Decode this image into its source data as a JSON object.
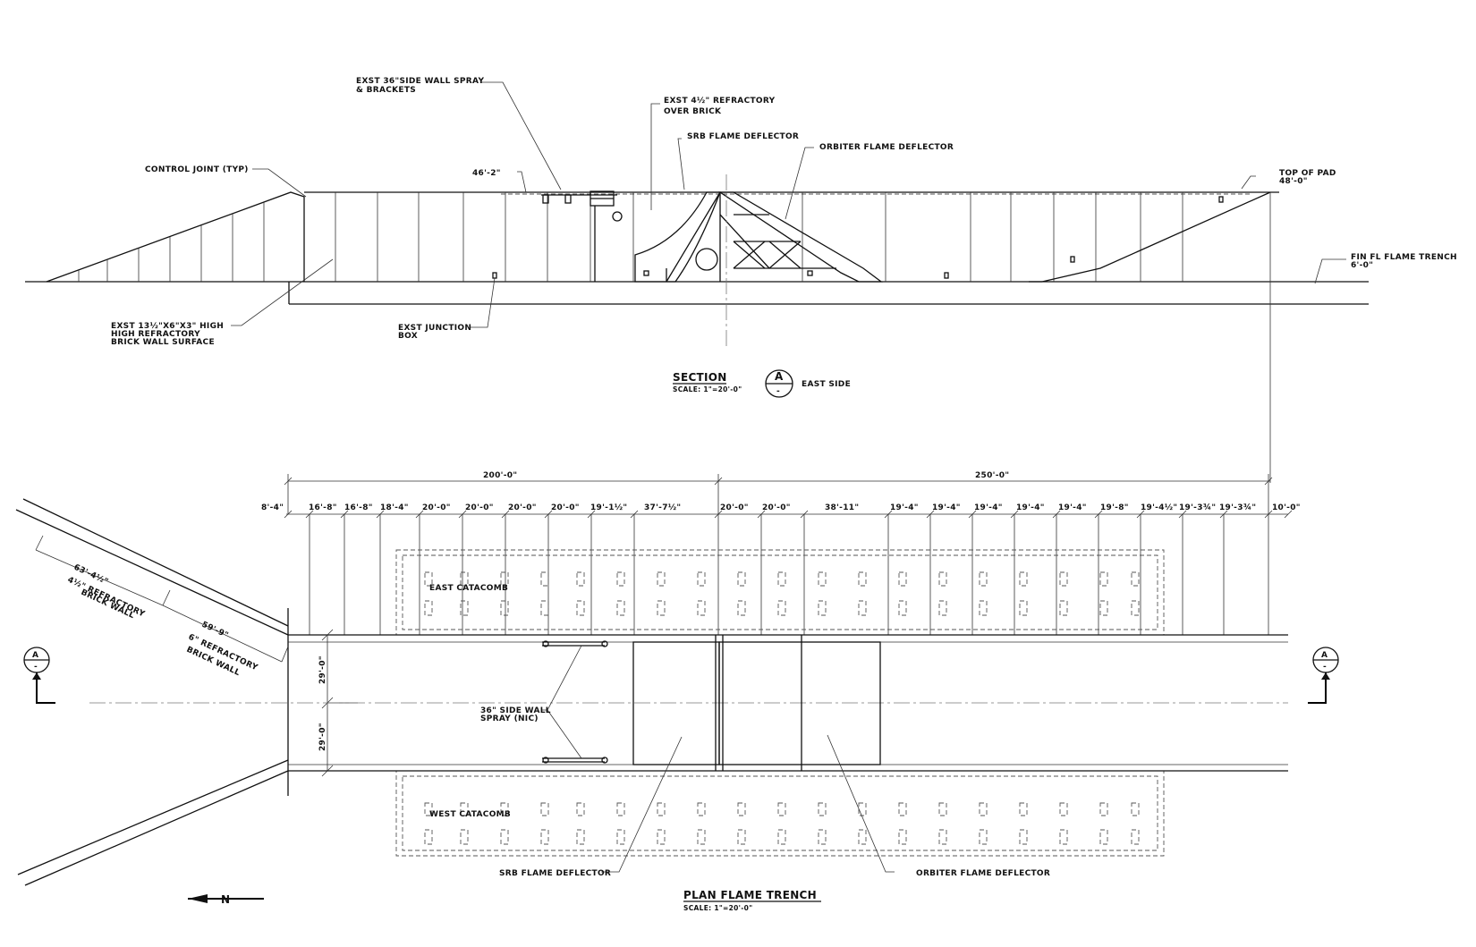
{
  "section": {
    "labels": {
      "side_wall_spray": [
        "EXST 36\"SIDE WALL SPRAY",
        "& BRACKETS"
      ],
      "refractory_over_brick": [
        "EXST 4½\" REFRACTORY",
        "OVER BRICK"
      ],
      "srb_flame_deflector": "SRB FLAME DEFLECTOR",
      "orbiter_flame_deflector": "ORBITER FLAME DEFLECTOR",
      "control_joint": "CONTROL JOINT (TYP)",
      "elevation_46": "46'-2\"",
      "top_of_pad": [
        "TOP OF PAD",
        "48'-0\""
      ],
      "fin_fl_flame_trench": [
        "FIN FL FLAME TRENCH",
        "6'-0\""
      ],
      "brick_wall": [
        "EXST 13½\"X6\"X3\" HIGH",
        "HIGH REFRACTORY",
        "BRICK WALL SURFACE"
      ],
      "junction_box": [
        "EXST JUNCTION",
        "BOX"
      ]
    },
    "title": "SECTION",
    "scale": "SCALE: 1\"=20'-0\"",
    "marker_letter": "A",
    "marker_sub": "-",
    "side": "EAST SIDE"
  },
  "plan": {
    "overall_dims": [
      "200'-0\"",
      "250'-0\""
    ],
    "bay_dims": [
      "8'-4\"",
      "16'-8\"",
      "16'-8\"",
      "18'-4\"",
      "20'-0\"",
      "20'-0\"",
      "20'-0\"",
      "20'-0\"",
      "19'-1½\"",
      "37'-7½\"",
      "20'-0\"",
      "20'-0\"",
      "38'-11\"",
      "19'-4\"",
      "19'-4\"",
      "19'-4\"",
      "19'-4\"",
      "19'-4\"",
      "19'-8\"",
      "19'-4½\"",
      "19'-3¾\"",
      "19'-3¾\"",
      "10'-0\""
    ],
    "width_dims": [
      "29'-0\"",
      "29'-0\""
    ],
    "east_catacomb": "EAST CATACOMB",
    "west_catacomb": "WEST CATACOMB",
    "wall_dims": {
      "d1": "63'-4½\"",
      "d1_note": [
        "4½\" REFRACTORY",
        "BRICK WALL"
      ],
      "d2": "59'-9\"",
      "d2_note": [
        "6\" REFRACTORY",
        "BRICK WALL"
      ]
    },
    "side_wall_spray": [
      "36\" SIDE WALL",
      "SPRAY (NIC)"
    ],
    "srb_flame_deflector": "SRB FLAME DEFLECTOR",
    "orbiter_flame_deflector": "ORBITER FLAME DEFLECTOR",
    "title": "PLAN FLAME TRENCH",
    "scale": "SCALE: 1\"=20'-0\"",
    "marker_letter": "A",
    "marker_sub": "-",
    "north": "N"
  }
}
